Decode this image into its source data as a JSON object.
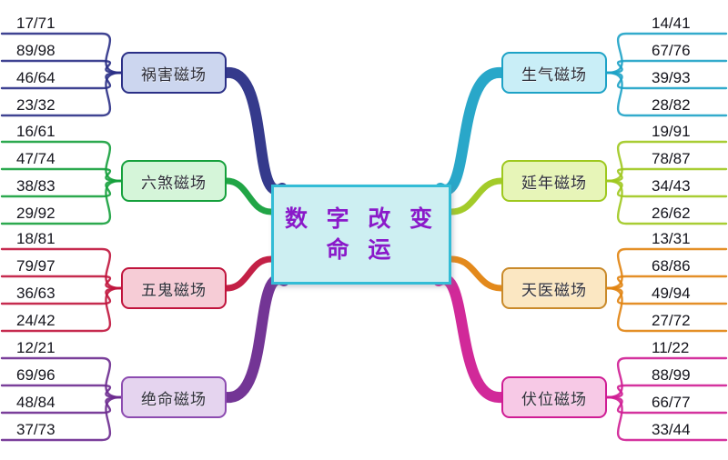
{
  "diagram": {
    "title": "数字改变命运",
    "center": {
      "line1": "数 字 改 变",
      "line2": "命 运",
      "fill": "#cdeff2",
      "border": "#33bcd6",
      "text_color": "#8a19c9"
    },
    "background": "#ffffff",
    "branches": [
      {
        "id": "huohai",
        "label": "祸害磁场",
        "side": "left",
        "color": "#2a2f86",
        "fill": "#ccd6ef",
        "border": "#2a2f86",
        "leaves": [
          "17/71",
          "89/98",
          "46/64",
          "23/32"
        ]
      },
      {
        "id": "liusha",
        "label": "六煞磁场",
        "side": "left",
        "color": "#15a03c",
        "fill": "#d5f5d9",
        "border": "#15a03c",
        "leaves": [
          "16/61",
          "47/74",
          "38/83",
          "29/92"
        ]
      },
      {
        "id": "wugui",
        "label": "五鬼磁场",
        "side": "left",
        "color": "#c0143c",
        "fill": "#f6ccd6",
        "border": "#c0143c",
        "leaves": [
          "18/81",
          "79/97",
          "36/63",
          "24/42"
        ]
      },
      {
        "id": "jueming",
        "label": "绝命磁场",
        "side": "left",
        "color": "#6b2a8f",
        "fill": "#e5d4ef",
        "border": "#8c4bb0",
        "leaves": [
          "12/21",
          "69/96",
          "48/84",
          "37/73"
        ]
      },
      {
        "id": "shengqi",
        "label": "生气磁场",
        "side": "right",
        "color": "#1da2c6",
        "fill": "#c9eef7",
        "border": "#1da2c6",
        "leaves": [
          "14/41",
          "67/76",
          "39/93",
          "28/82"
        ]
      },
      {
        "id": "yannian",
        "label": "延年磁场",
        "side": "right",
        "color": "#9ec81e",
        "fill": "#e7f5b8",
        "border": "#9ec81e",
        "leaves": [
          "19/91",
          "78/87",
          "34/43",
          "26/62"
        ]
      },
      {
        "id": "tianyi",
        "label": "天医磁场",
        "side": "right",
        "color": "#e1830f",
        "fill": "#fbe7c2",
        "border": "#c98a2a",
        "leaves": [
          "13/31",
          "68/86",
          "49/94",
          "27/72"
        ]
      },
      {
        "id": "fuwei",
        "label": "伏位磁场",
        "side": "right",
        "color": "#cf1d94",
        "fill": "#f7c9e6",
        "border": "#cf1d94",
        "leaves": [
          "11/22",
          "88/99",
          "66/77",
          "33/44"
        ]
      }
    ]
  }
}
